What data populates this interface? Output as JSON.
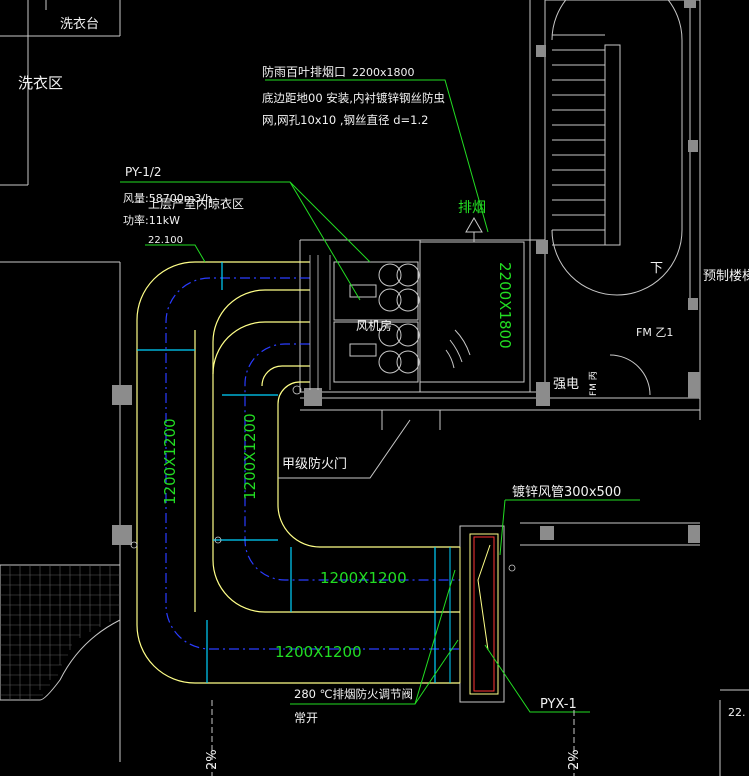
{
  "colors": {
    "background": "#000000",
    "wall": "#c8c8c8",
    "duct": "#ffff88",
    "centerline": "#2a3cff",
    "section_line": "#00d2ff",
    "leader": "#22dd22",
    "text": "#f2f2f2",
    "dim_text": "#22dd22",
    "column": "#8c8c8c",
    "red_box": "#ff3333"
  },
  "labels": {
    "laundry_table": "洗衣台",
    "laundry_area": "洗衣区",
    "louver_title": "防雨百叶排烟口",
    "louver_size": "2200x1800",
    "note_line1": "底边距地00   安装,内衬镀锌钢丝防虫",
    "note_line2": "网,网孔10x10   ,钢丝直径 d=1.2",
    "fan_code": "PY-1/2",
    "fan_airflow": "风量:58700m3/h",
    "fan_power": "功率:11kW",
    "overlap_text": "上层产室内晾衣区",
    "elevation": "22.100",
    "fan_room": "风机房",
    "exhaust": "排烟",
    "shaft_size": "2200X1800",
    "down": "下",
    "stair": "预制楼梯",
    "fire_door_fm": "FM 乙1",
    "strong_elec": "强电",
    "fm_c": "FM 丙",
    "fire_door_a": "甲级防火门",
    "galv_duct": "镀锌风管300x500",
    "damper": "280 ℃排烟防火调节阀",
    "normally_open": "常开",
    "pyx": "PYX-1",
    "slope_left": "2%",
    "slope_right": "2%",
    "corner_mark": "22."
  },
  "dimensions": {
    "duct_v_outer": "1200X1200",
    "duct_v_inner": "1200X1200",
    "duct_h_upper": "1200X1200",
    "duct_h_lower": "1200X1200"
  }
}
